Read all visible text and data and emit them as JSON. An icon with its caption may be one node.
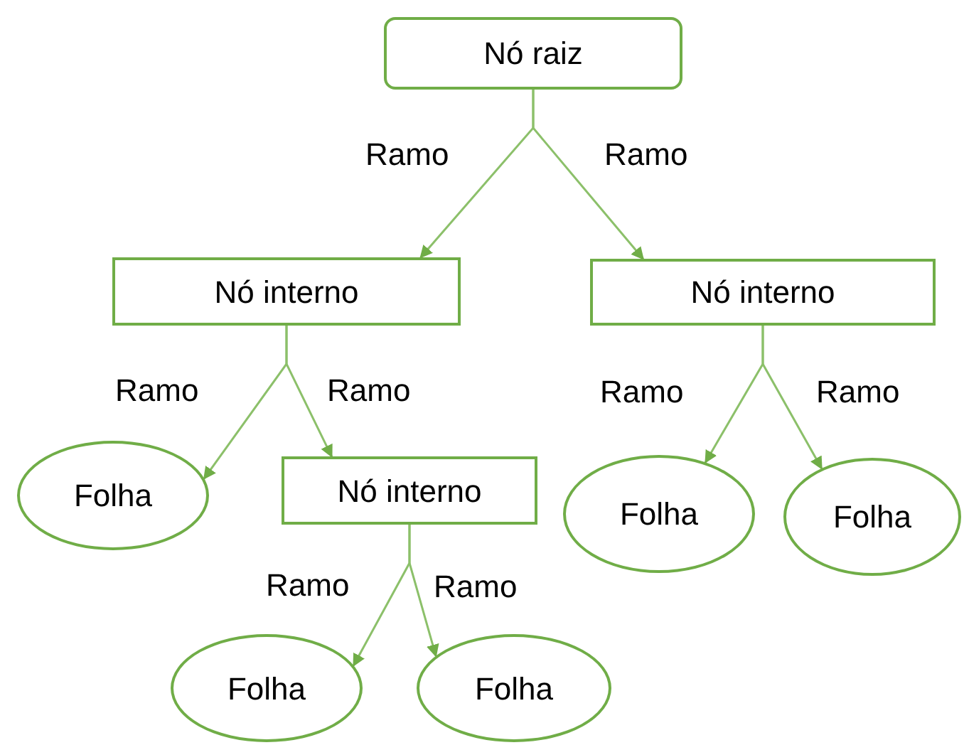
{
  "diagram": {
    "nodes": [
      {
        "text": [
          "Nó raiz"
        ]
      },
      {
        "text": [
          "Nó interno"
        ]
      },
      {
        "text": [
          "Nó interno"
        ]
      },
      {
        "text": [
          "Folha"
        ]
      },
      {
        "text": [
          "Nó interno"
        ]
      },
      {
        "text": [
          "Folha"
        ]
      },
      {
        "text": [
          "Folha"
        ]
      },
      {
        "text": [
          "Folha"
        ]
      },
      {
        "text": [
          "Folha"
        ]
      }
    ],
    "edges": [
      {
        "from": 0,
        "to": 1,
        "arrow": "to",
        "label": "Ramo"
      },
      {
        "from": 0,
        "to": 2,
        "arrow": "to",
        "label": "Ramo"
      },
      {
        "from": 1,
        "to": 3,
        "arrow": "to",
        "label": "Ramo"
      },
      {
        "from": 1,
        "to": 4,
        "arrow": "to",
        "label": "Ramo"
      },
      {
        "from": 2,
        "to": 5,
        "arrow": "to",
        "label": "Ramo"
      },
      {
        "from": 2,
        "to": 6,
        "arrow": "to",
        "label": "Ramo"
      },
      {
        "from": 4,
        "to": 7,
        "arrow": "to",
        "label": "Ramo"
      },
      {
        "from": 4,
        "to": 8,
        "arrow": "to",
        "label": "Ramo"
      }
    ]
  }
}
